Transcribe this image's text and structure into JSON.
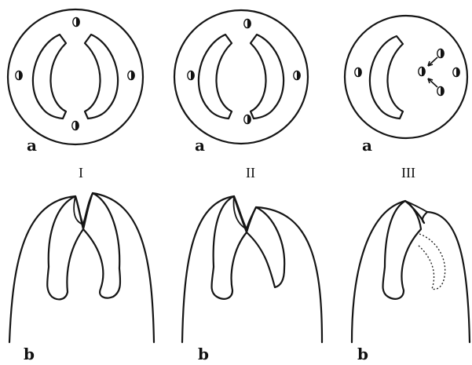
{
  "panels": [
    {
      "numeral": "I",
      "top_label": "a",
      "bottom_label": "b"
    },
    {
      "numeral": "II",
      "top_label": "a",
      "bottom_label": "b"
    },
    {
      "numeral": "III",
      "top_label": "a",
      "bottom_label": "b"
    }
  ]
}
